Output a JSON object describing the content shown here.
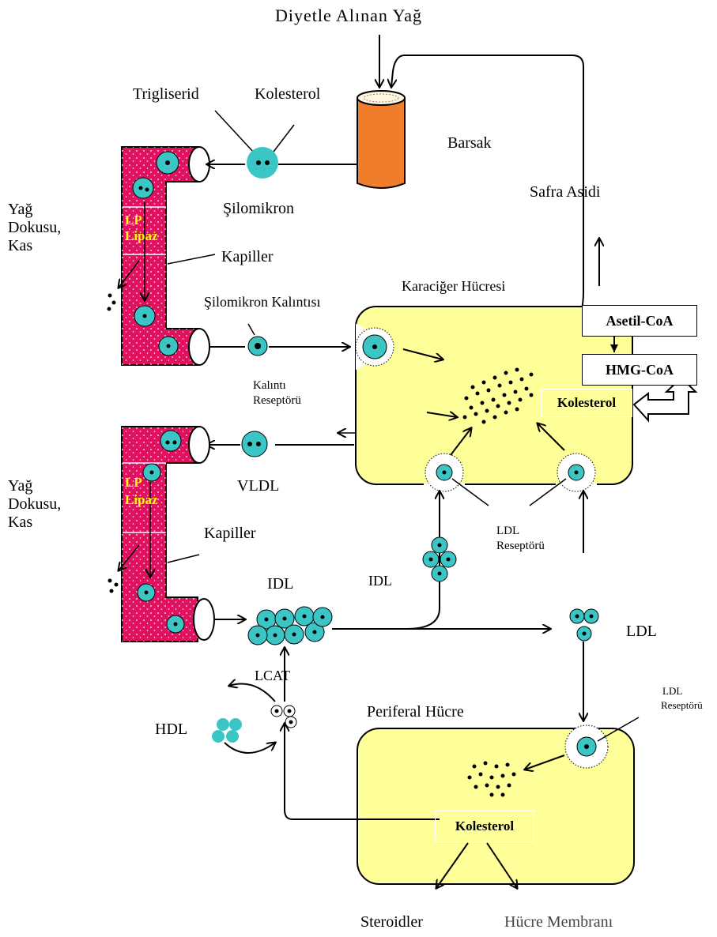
{
  "title": "Diyetle Alınan Yağ",
  "labels": {
    "trigliserid": "Trigliserid",
    "kolesterol_top": "Kolesterol",
    "barsak": "Barsak",
    "safra_asidi": "Safra Asidi",
    "silomikron": "Şilomikron",
    "yag_dokusu_1": [
      "Yağ",
      "Dokusu,",
      "Kas"
    ],
    "lp_lipaz_1": [
      "LP",
      "Lipaz"
    ],
    "kapiller_1": "Kapiller",
    "karaciger_hucresi": "Karaciğer Hücresi",
    "silomikron_kalintisi": "Şilomikron Kalıntısı",
    "asetil_coa": "Asetil-CoA",
    "hmg_coa": "HMG-CoA",
    "kolesterol_liver": "Kolesterol",
    "kalinti_receptor": [
      "Kalıntı",
      "Reseptörü"
    ],
    "vldl": "VLDL",
    "yag_dokusu_2": [
      "Yağ",
      "Dokusu,",
      "Kas"
    ],
    "lp_lipaz_2": [
      "LP",
      "Lipaz"
    ],
    "kapiller_2": "Kapiller",
    "ldl_receptor_liver": [
      "LDL",
      "Reseptörü"
    ],
    "idl_left": "IDL",
    "idl_mid": "IDL",
    "ldl": "LDL",
    "lcat": "LCAT",
    "hdl": "HDL",
    "periferal_hucre": "Periferal Hücre",
    "ldl_receptor_periph": [
      "LDL",
      "Reseptörü"
    ],
    "kolesterol_periph": "Kolesterol",
    "steroidler": "Steroidler",
    "hucre_membrani": "Hücre Membranı"
  },
  "colors": {
    "vessel": "#e0125f",
    "particle": "#3cc5c5",
    "cell": "#ffff99",
    "intestine": "#f07d2c",
    "label_yellow": "#ffff00"
  }
}
